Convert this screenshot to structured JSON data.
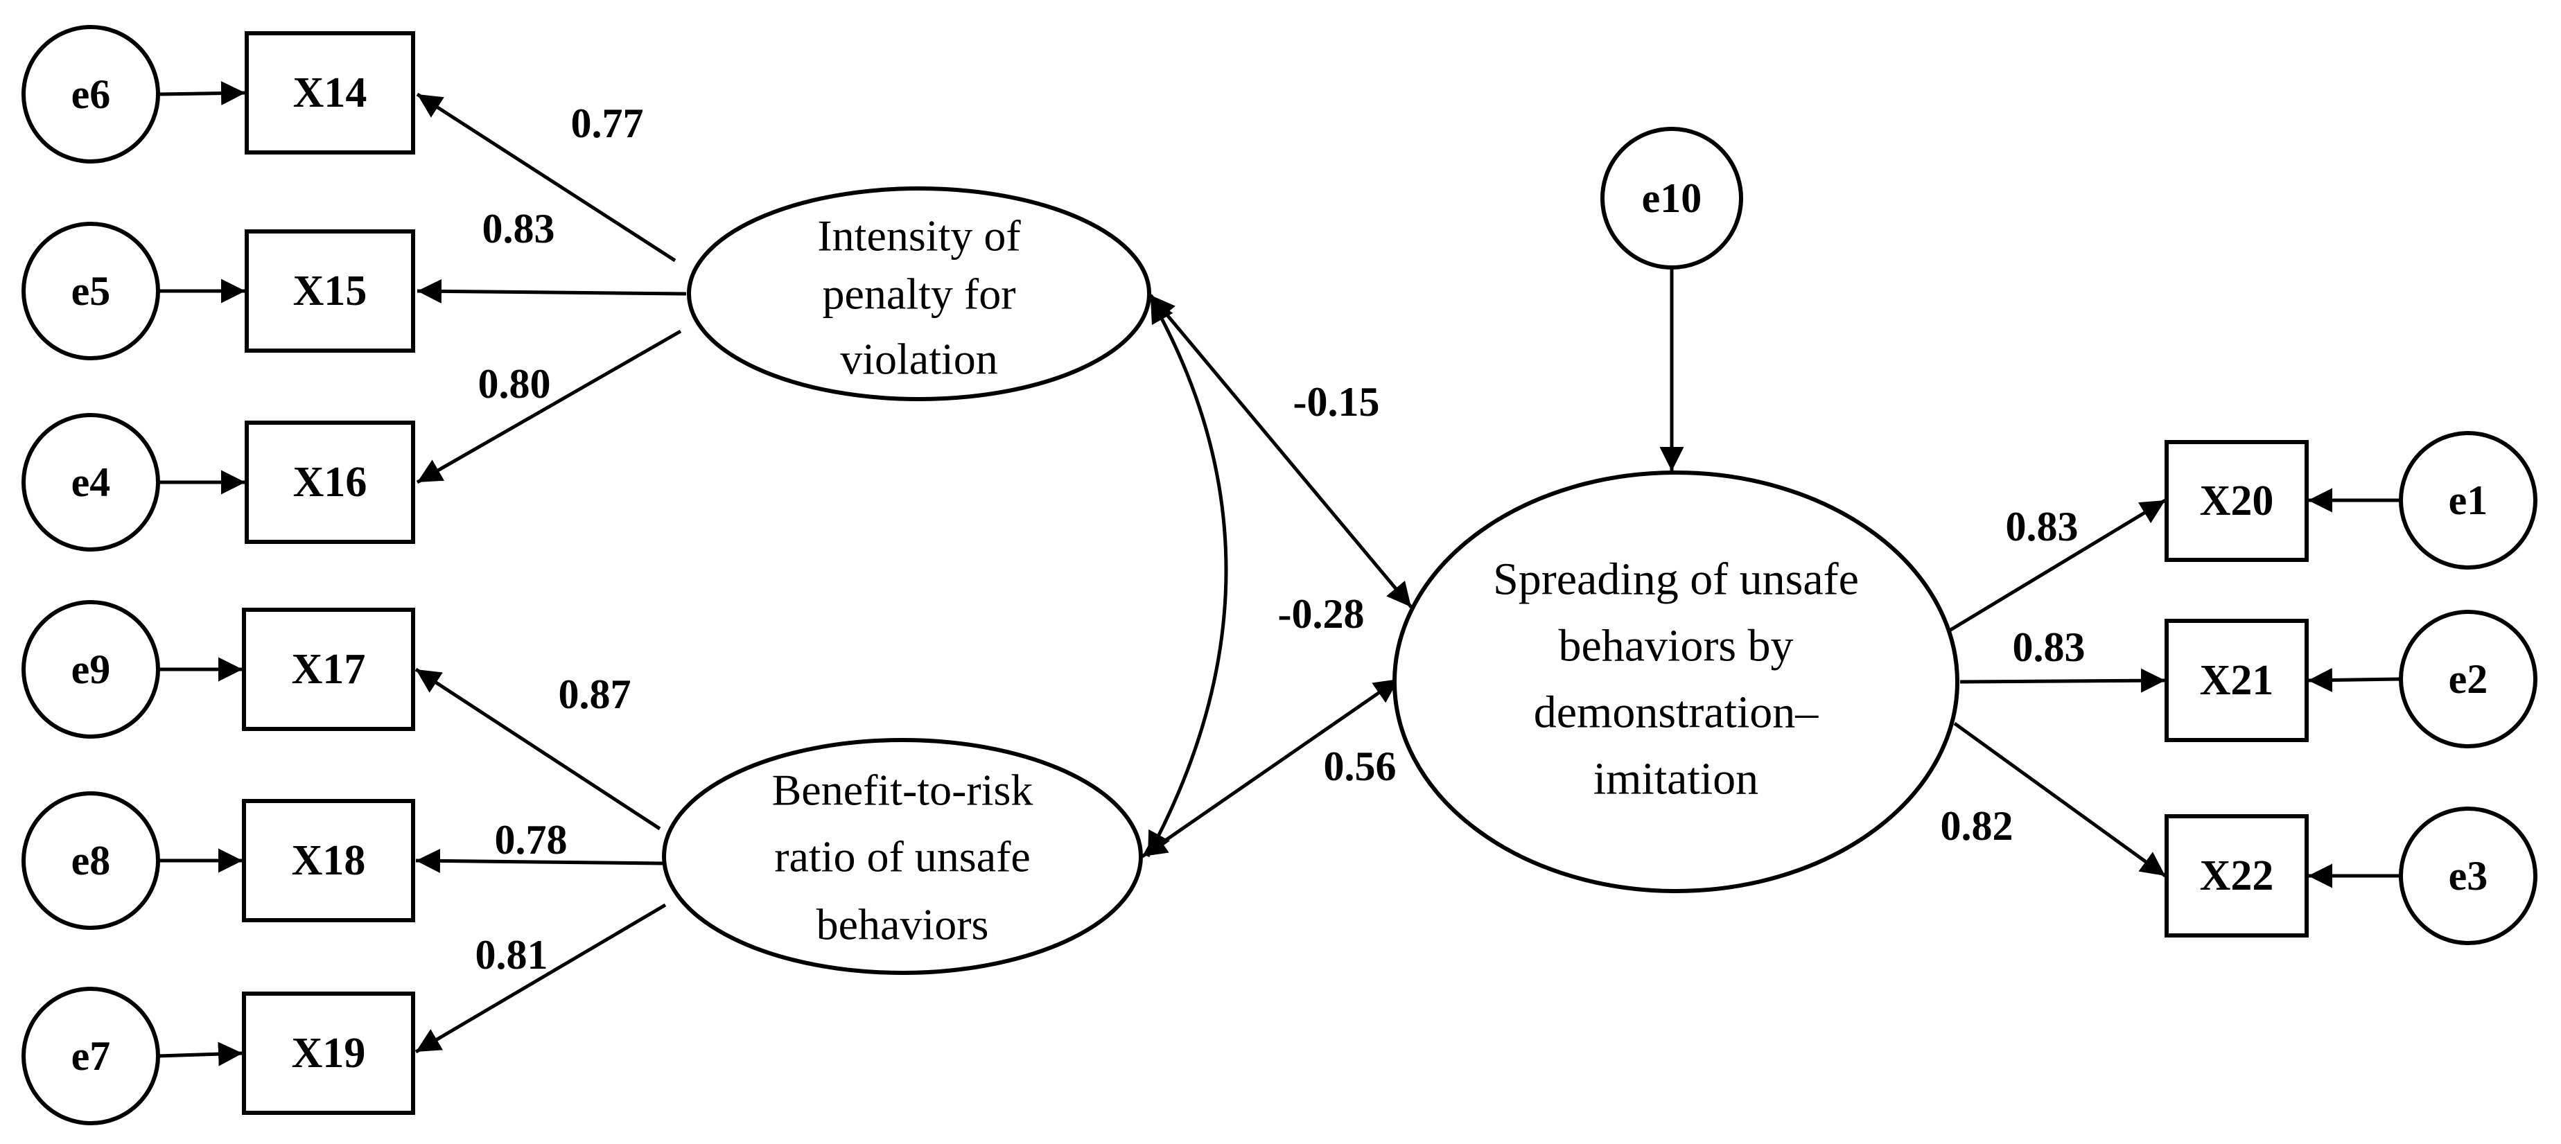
{
  "error_terms": {
    "e6": "e6",
    "e5": "e5",
    "e4": "e4",
    "e9": "e9",
    "e8": "e8",
    "e7": "e7",
    "e10": "e10",
    "e1": "e1",
    "e2": "e2",
    "e3": "e3"
  },
  "indicators": {
    "X14": "X14",
    "X15": "X15",
    "X16": "X16",
    "X17": "X17",
    "X18": "X18",
    "X19": "X19",
    "X20": "X20",
    "X21": "X21",
    "X22": "X22"
  },
  "latents": {
    "penalty": {
      "line1": "Intensity of",
      "line2": "penalty for",
      "line3": "violation"
    },
    "benefit": {
      "line1": "Benefit-to-risk",
      "line2": "ratio of unsafe",
      "line3": "behaviors"
    },
    "spreading": {
      "line1": "Spreading of unsafe",
      "line2": "behaviors by",
      "line3": "demonstration–",
      "line4": "imitation"
    }
  },
  "coefficients": {
    "penalty_x14": "0.77",
    "penalty_x15": "0.83",
    "penalty_x16": "0.80",
    "benefit_x17": "0.87",
    "benefit_x18": "0.78",
    "benefit_x19": "0.81",
    "penalty_spreading": "-0.15",
    "penalty_benefit": "-0.28",
    "benefit_spreading": "0.56",
    "spreading_x20": "0.83",
    "spreading_x21": "0.83",
    "spreading_x22": "0.82"
  },
  "colors": {
    "stroke": "#000000",
    "background": "#ffffff"
  }
}
